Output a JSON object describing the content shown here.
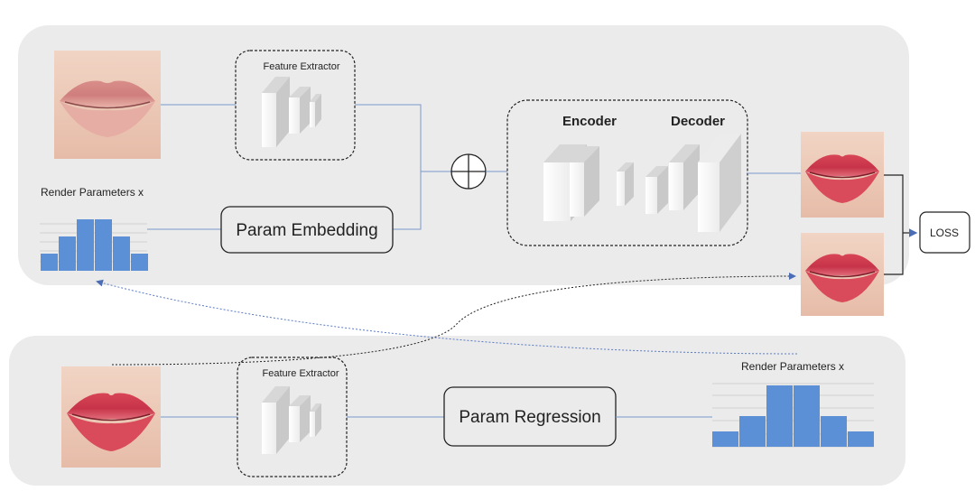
{
  "top_panel": {
    "feature_extractor_label": "Feature Extractor",
    "render_params_label": "Render Parameters x",
    "param_embedding_label": "Param Embedding",
    "encoder_label": "Encoder",
    "decoder_label": "Decoder",
    "histogram_values": [
      1,
      2,
      3,
      3,
      2,
      1
    ]
  },
  "loss_label": "LOSS",
  "bottom_panel": {
    "feature_extractor_label": "Feature Extractor",
    "render_params_label": "Render Parameters x",
    "param_regression_label": "Param Regression",
    "histogram_values": [
      1,
      2,
      4,
      4,
      2,
      1
    ]
  },
  "colors": {
    "panel": "#ebebeb",
    "bar": "#5b8fd6",
    "arrow": "#7a98c9",
    "natural_lip": "#d9908a",
    "red_lip": "#cc3f4e"
  }
}
